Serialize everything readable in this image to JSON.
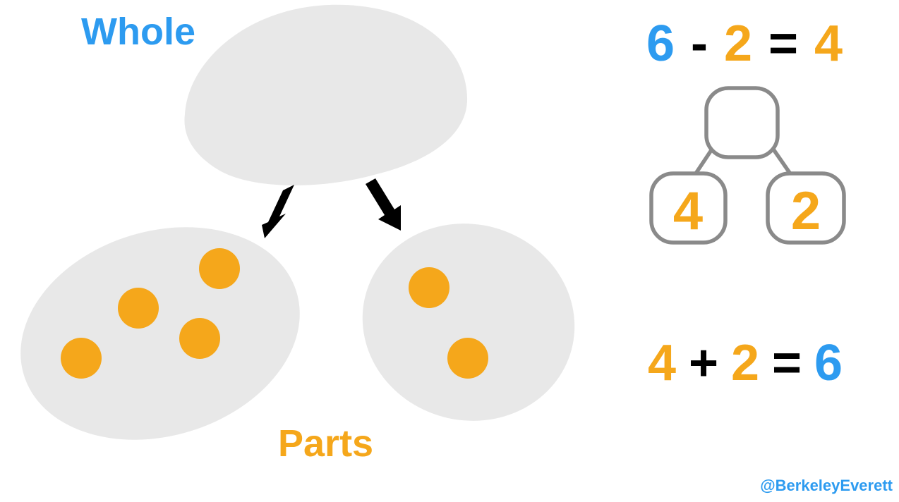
{
  "colors": {
    "blue": "#2D9BF0",
    "orange": "#F5A71B",
    "blob-gray": "#E8E8E8",
    "bond-gray": "#8A8A8A",
    "black": "#000000",
    "background": "#FFFFFF"
  },
  "diagram": {
    "whole_label": "Whole",
    "parts_label": "Parts",
    "left_part": {
      "dot_count": 4
    },
    "right_part": {
      "dot_count": 2
    }
  },
  "subtraction_equation": {
    "minuend": "6",
    "minus": "-",
    "subtrahend": "2",
    "equals": "=",
    "difference": "4"
  },
  "number_bond": {
    "whole_value": "",
    "left_part_value": "4",
    "right_part_value": "2"
  },
  "addition_equation": {
    "addend_1": "4",
    "plus": "+",
    "addend_2": "2",
    "equals": "=",
    "sum": "6"
  },
  "watermark": "@BerkeleyEverett"
}
